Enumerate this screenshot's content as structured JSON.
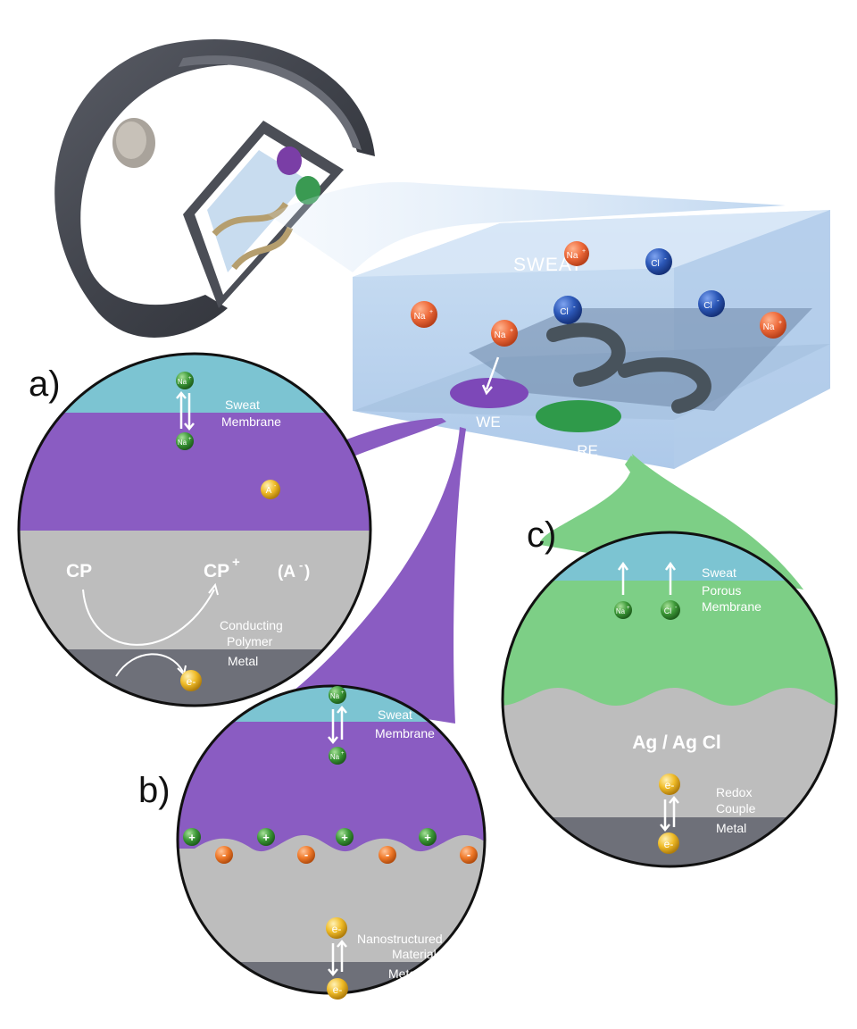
{
  "panels": {
    "a": {
      "letter": "a)"
    },
    "b": {
      "letter": "b)"
    },
    "c": {
      "letter": "c)"
    }
  },
  "sweat_box": {
    "title": "SWEAT",
    "we_label": "WE",
    "re_label": "RE",
    "ion_na": "Na",
    "ion_cl": "Cl",
    "plus": "+",
    "minus": "-"
  },
  "inset_a": {
    "ion_na": "Na",
    "sup_plus": "+",
    "anion": "A",
    "sup_minus": "-",
    "sweat": "Sweat",
    "membrane": "Membrane",
    "cp": "CP",
    "cp_plus": "CP",
    "cp_plus_sup": "+",
    "anion_paren_open": "(A",
    "anion_paren_sup": "-",
    "anion_paren_close": ")",
    "conducting": "Conducting",
    "polymer": "Polymer",
    "metal": "Metal",
    "electron": "e-"
  },
  "inset_b": {
    "ion_na": "Na",
    "sup_plus": "+",
    "sweat": "Sweat",
    "membrane": "Membrane",
    "plus": "+",
    "minus": "-",
    "nanostructured": "Nanostructured",
    "material": "Material",
    "metal": "Metal",
    "electron": "e-"
  },
  "inset_c": {
    "ion_na": "Na",
    "ion_cl": "Cl",
    "sup_plus": "+",
    "sup_minus": "-",
    "sweat": "Sweat",
    "porous": "Porous",
    "membrane": "Membrane",
    "agcl": "Ag / Ag Cl",
    "redox": "Redox",
    "couple": "Couple",
    "metal": "Metal",
    "electron": "e-"
  },
  "colors": {
    "purple": "#8a5cc2",
    "green": "#7dcf86",
    "sweat_blue": "#7cc4d2",
    "grey_layer": "#bdbdbd",
    "metal": "#6e7079",
    "na_orange": "#ee6a3a",
    "cl_blue": "#2c58b8",
    "ion_green": "#3d9a38",
    "electron_gold": "#f0bc28"
  }
}
